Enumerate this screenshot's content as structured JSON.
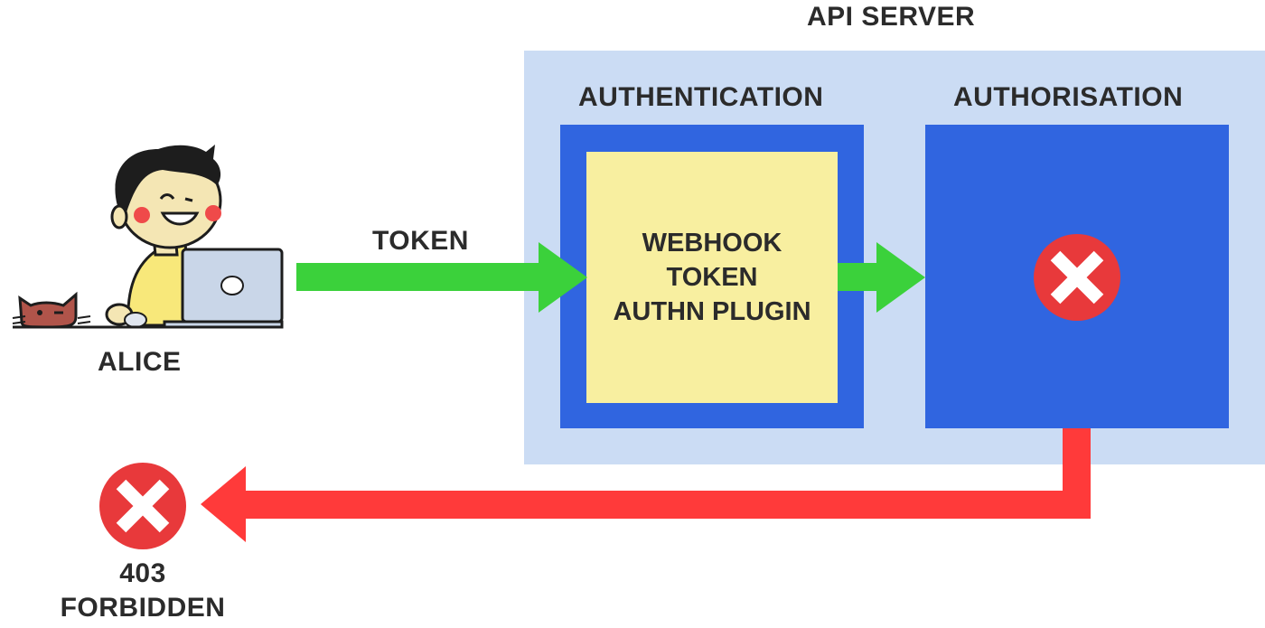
{
  "api_server": {
    "title": "API SERVER"
  },
  "authentication": {
    "title": "AUTHENTICATION",
    "plugin_lines": [
      "WEBHOOK",
      "TOKEN",
      "AUTHN PLUGIN"
    ]
  },
  "authorisation": {
    "title": "AUTHORISATION"
  },
  "user": {
    "name": "ALICE"
  },
  "request": {
    "token_label": "TOKEN"
  },
  "response": {
    "code": "403",
    "status": "FORBIDDEN"
  },
  "colors": {
    "api_server_bg": "#cbdcf4",
    "box_blue": "#3065e0",
    "plugin_yellow": "#f8efa0",
    "arrow_green": "#3bd13b",
    "arrow_red": "#ff3a3a",
    "deny_red": "#e8393b"
  },
  "icons": [
    "user-illustration",
    "cat-illustration",
    "laptop-icon",
    "deny-icon"
  ]
}
